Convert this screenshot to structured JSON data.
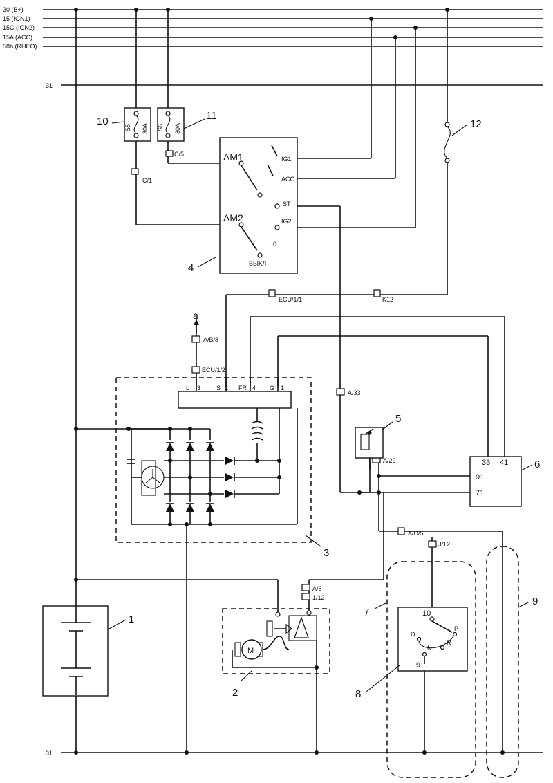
{
  "buses": [
    {
      "label": "30  (B+)"
    },
    {
      "label": "15  (IGN1)"
    },
    {
      "label": "15C (IGN2)"
    },
    {
      "label": "15A (ACC)"
    },
    {
      "label": "58b (RHEO)"
    },
    {
      "label": "31"
    }
  ],
  "ground_label": "31",
  "fuses": [
    {
      "id": "S5",
      "rating": "30A"
    },
    {
      "id": "S6",
      "rating": "30A"
    }
  ],
  "connectors": {
    "c1": "C/1",
    "c5": "C/5",
    "ecu11": "ECU/1/1",
    "k12": "K12",
    "ab8": "A/B/8",
    "ecu12": "ECU/1/2",
    "a33": "A/33",
    "a29": "A/29",
    "ad5": "A/D/5",
    "j12": "J/12",
    "a6": "A/6",
    "one12": "1/12"
  },
  "ignition_switch": {
    "am1": "AM1",
    "am2": "AM2",
    "ig1": "IG1",
    "acc": "ACC",
    "st": "ST",
    "ig2": "IG2",
    "off": "ВЫКЛ",
    "zero": "0"
  },
  "alternator": {
    "pins": [
      {
        "name": "L",
        "num": "3"
      },
      {
        "name": "S",
        "num": "2"
      },
      {
        "name": "FR",
        "num": "4"
      },
      {
        "name": "G",
        "num": "1"
      }
    ]
  },
  "signal_a": "a",
  "ecu_pins": {
    "p33": "33",
    "p41": "41",
    "p91": "91",
    "p71": "71"
  },
  "range_switch": {
    "p10": "10",
    "p9": "9",
    "d": "D",
    "n": "N",
    "r": "R",
    "p": "P"
  },
  "motor_label": "M",
  "callouts": [
    "1",
    "2",
    "3",
    "4",
    "5",
    "6",
    "7",
    "8",
    "9",
    "10",
    "11",
    "12"
  ]
}
